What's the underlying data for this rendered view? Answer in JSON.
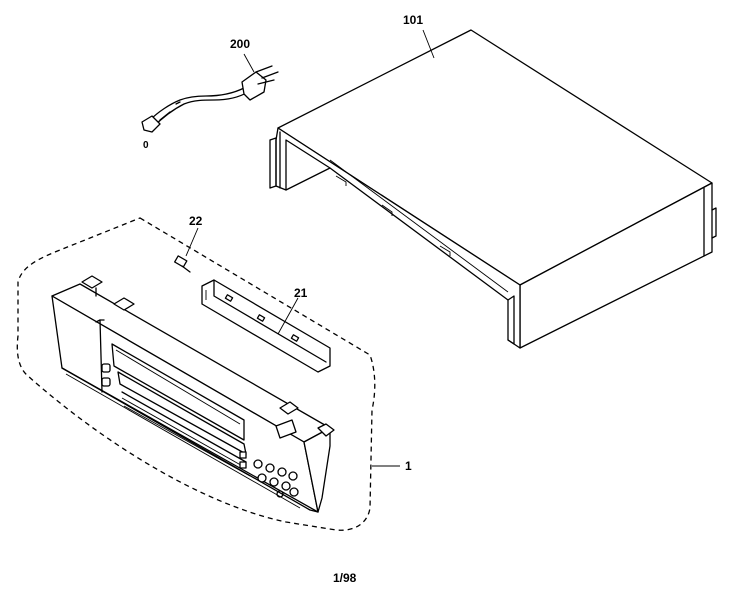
{
  "diagram": {
    "callouts": {
      "power_cord": "200",
      "power_cord_end": "0",
      "top_cover": "101",
      "front_panel_assembly": "1",
      "door": "21",
      "spring": "22"
    },
    "footer": "1/98"
  }
}
